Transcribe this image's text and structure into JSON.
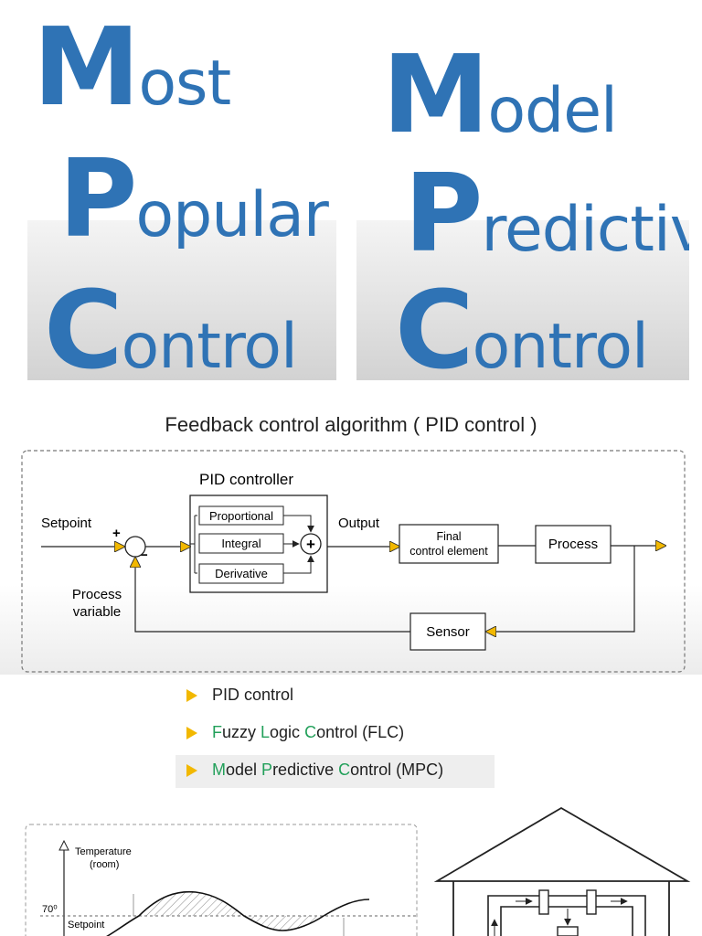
{
  "acronyms": {
    "left": [
      {
        "initial": "M",
        "rest": "ost"
      },
      {
        "initial": "P",
        "rest": "opular"
      },
      {
        "initial": "C",
        "rest": "ontrol"
      }
    ],
    "right": [
      {
        "initial": "M",
        "rest": "odel"
      },
      {
        "initial": "P",
        "rest": "redictive"
      },
      {
        "initial": "C",
        "rest": "ontrol"
      }
    ]
  },
  "pid_diagram": {
    "title": "Feedback control algorithm ( PID control )",
    "controller_label": "PID controller",
    "setpoint": "Setpoint",
    "plus": "+",
    "minus": "−",
    "proportional": "Proportional",
    "integral": "Integral",
    "derivative": "Derivative",
    "sum_symbol": "+",
    "output": "Output",
    "final_line1": "Final",
    "final_line2": "control element",
    "process": "Process",
    "sensor": "Sensor",
    "pv_line1": "Process",
    "pv_line2": "variable"
  },
  "methods": [
    {
      "parts": [
        {
          "t": "PID control",
          "h": false
        }
      ]
    },
    {
      "parts": [
        {
          "t": "F",
          "h": true
        },
        {
          "t": "uzzy ",
          "h": false
        },
        {
          "t": "L",
          "h": true
        },
        {
          "t": "ogic ",
          "h": false
        },
        {
          "t": "C",
          "h": true
        },
        {
          "t": "ontrol (FLC)",
          "h": false
        }
      ]
    },
    {
      "parts": [
        {
          "t": "M",
          "h": true
        },
        {
          "t": "odel ",
          "h": false
        },
        {
          "t": "P",
          "h": true
        },
        {
          "t": "redictive ",
          "h": false
        },
        {
          "t": "C",
          "h": true
        },
        {
          "t": "ontrol (MPC)",
          "h": false
        }
      ]
    }
  ],
  "temperature_chart": {
    "ylabel_line1": "Temperature",
    "ylabel_line2": "(room)",
    "level_label": "70⁰",
    "setpoint_label": "Setpoint"
  },
  "colors": {
    "acronym_blue": "#2f73b5",
    "arrow_fill": "#f2b800",
    "highlight_green": "#22a05a"
  },
  "icons": [
    "house-icon",
    "triangle-bullet-icon"
  ]
}
